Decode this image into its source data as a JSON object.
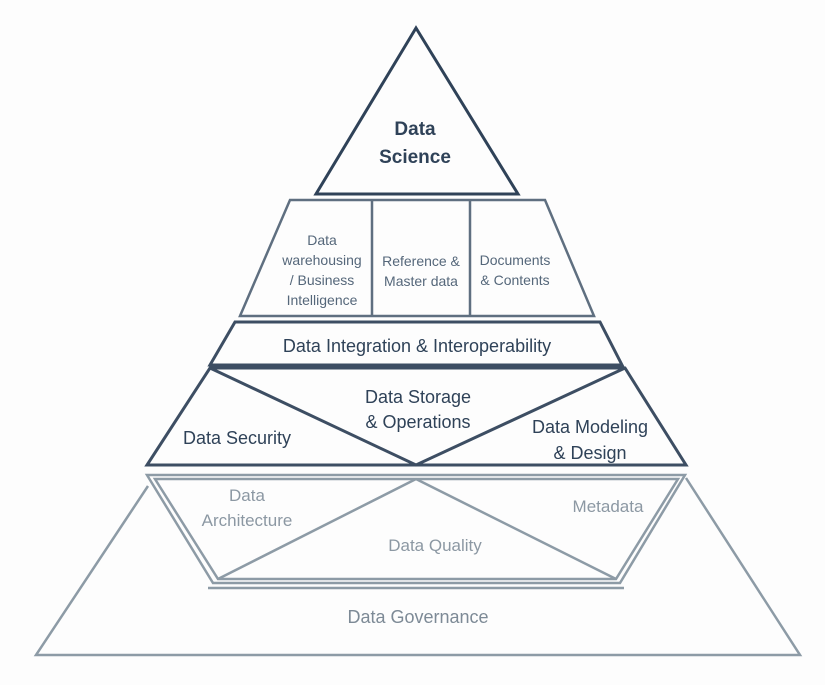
{
  "top": {
    "line1": "Data",
    "line2": "Science"
  },
  "tier2": {
    "warehousing": [
      "Data",
      "warehousing",
      "/ Business",
      "Intelligence"
    ],
    "reference": [
      "Reference &",
      "Master data"
    ],
    "documents": [
      "Documents",
      "& Contents"
    ]
  },
  "tier3": {
    "label": "Data Integration & Interoperability"
  },
  "tier4": {
    "security": "Data Security",
    "storage": [
      "Data Storage",
      "& Operations"
    ],
    "modeling": [
      "Data Modeling",
      "& Design"
    ]
  },
  "tier5": {
    "architecture": [
      "Data",
      "Architecture"
    ],
    "quality": "Data Quality",
    "metadata": "Metadata"
  },
  "base": {
    "label": "Data Governance"
  },
  "colors": {
    "dark": "#3d4e63",
    "mid": "#6a7a8a",
    "light": "#8d9ba6"
  }
}
